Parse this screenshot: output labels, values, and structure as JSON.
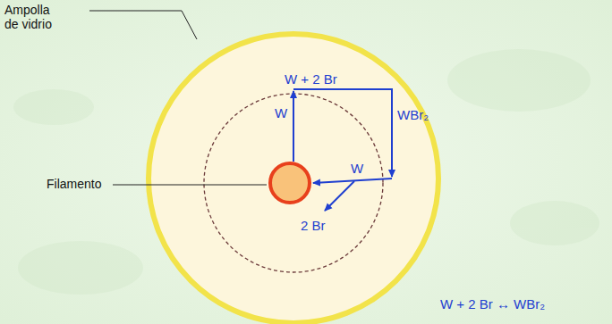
{
  "diagram": {
    "labels": [
      "Ampolla de vidrio",
      "Filamento",
      "W + 2 Br",
      "W",
      "WBr₂",
      "W",
      "2 Br",
      "W + 2 Br ↔ WBr₂"
    ]
  }
}
